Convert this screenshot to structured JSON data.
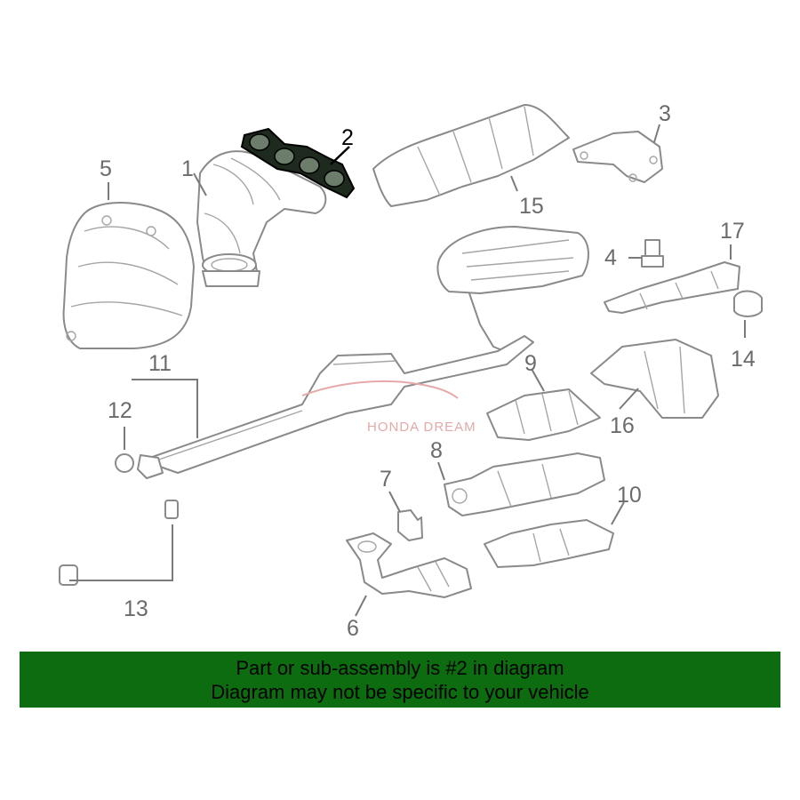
{
  "callouts": {
    "c1": "1",
    "c2": "2",
    "c3": "3",
    "c4": "4",
    "c5": "5",
    "c6": "6",
    "c7": "7",
    "c8": "8",
    "c9": "9",
    "c10": "10",
    "c11": "11",
    "c12": "12",
    "c13": "13",
    "c14": "14",
    "c15": "15",
    "c16": "16",
    "c17": "17"
  },
  "highlighted_part": "2",
  "watermark": "HONDA DREAM",
  "banner": {
    "line1": "Part or sub-assembly is #2 in diagram",
    "line2": "Diagram may not be specific to your vehicle"
  },
  "colors": {
    "banner_bg": "#0d6b10",
    "highlight": "#000000",
    "parts_line": "#8a8a8a"
  }
}
